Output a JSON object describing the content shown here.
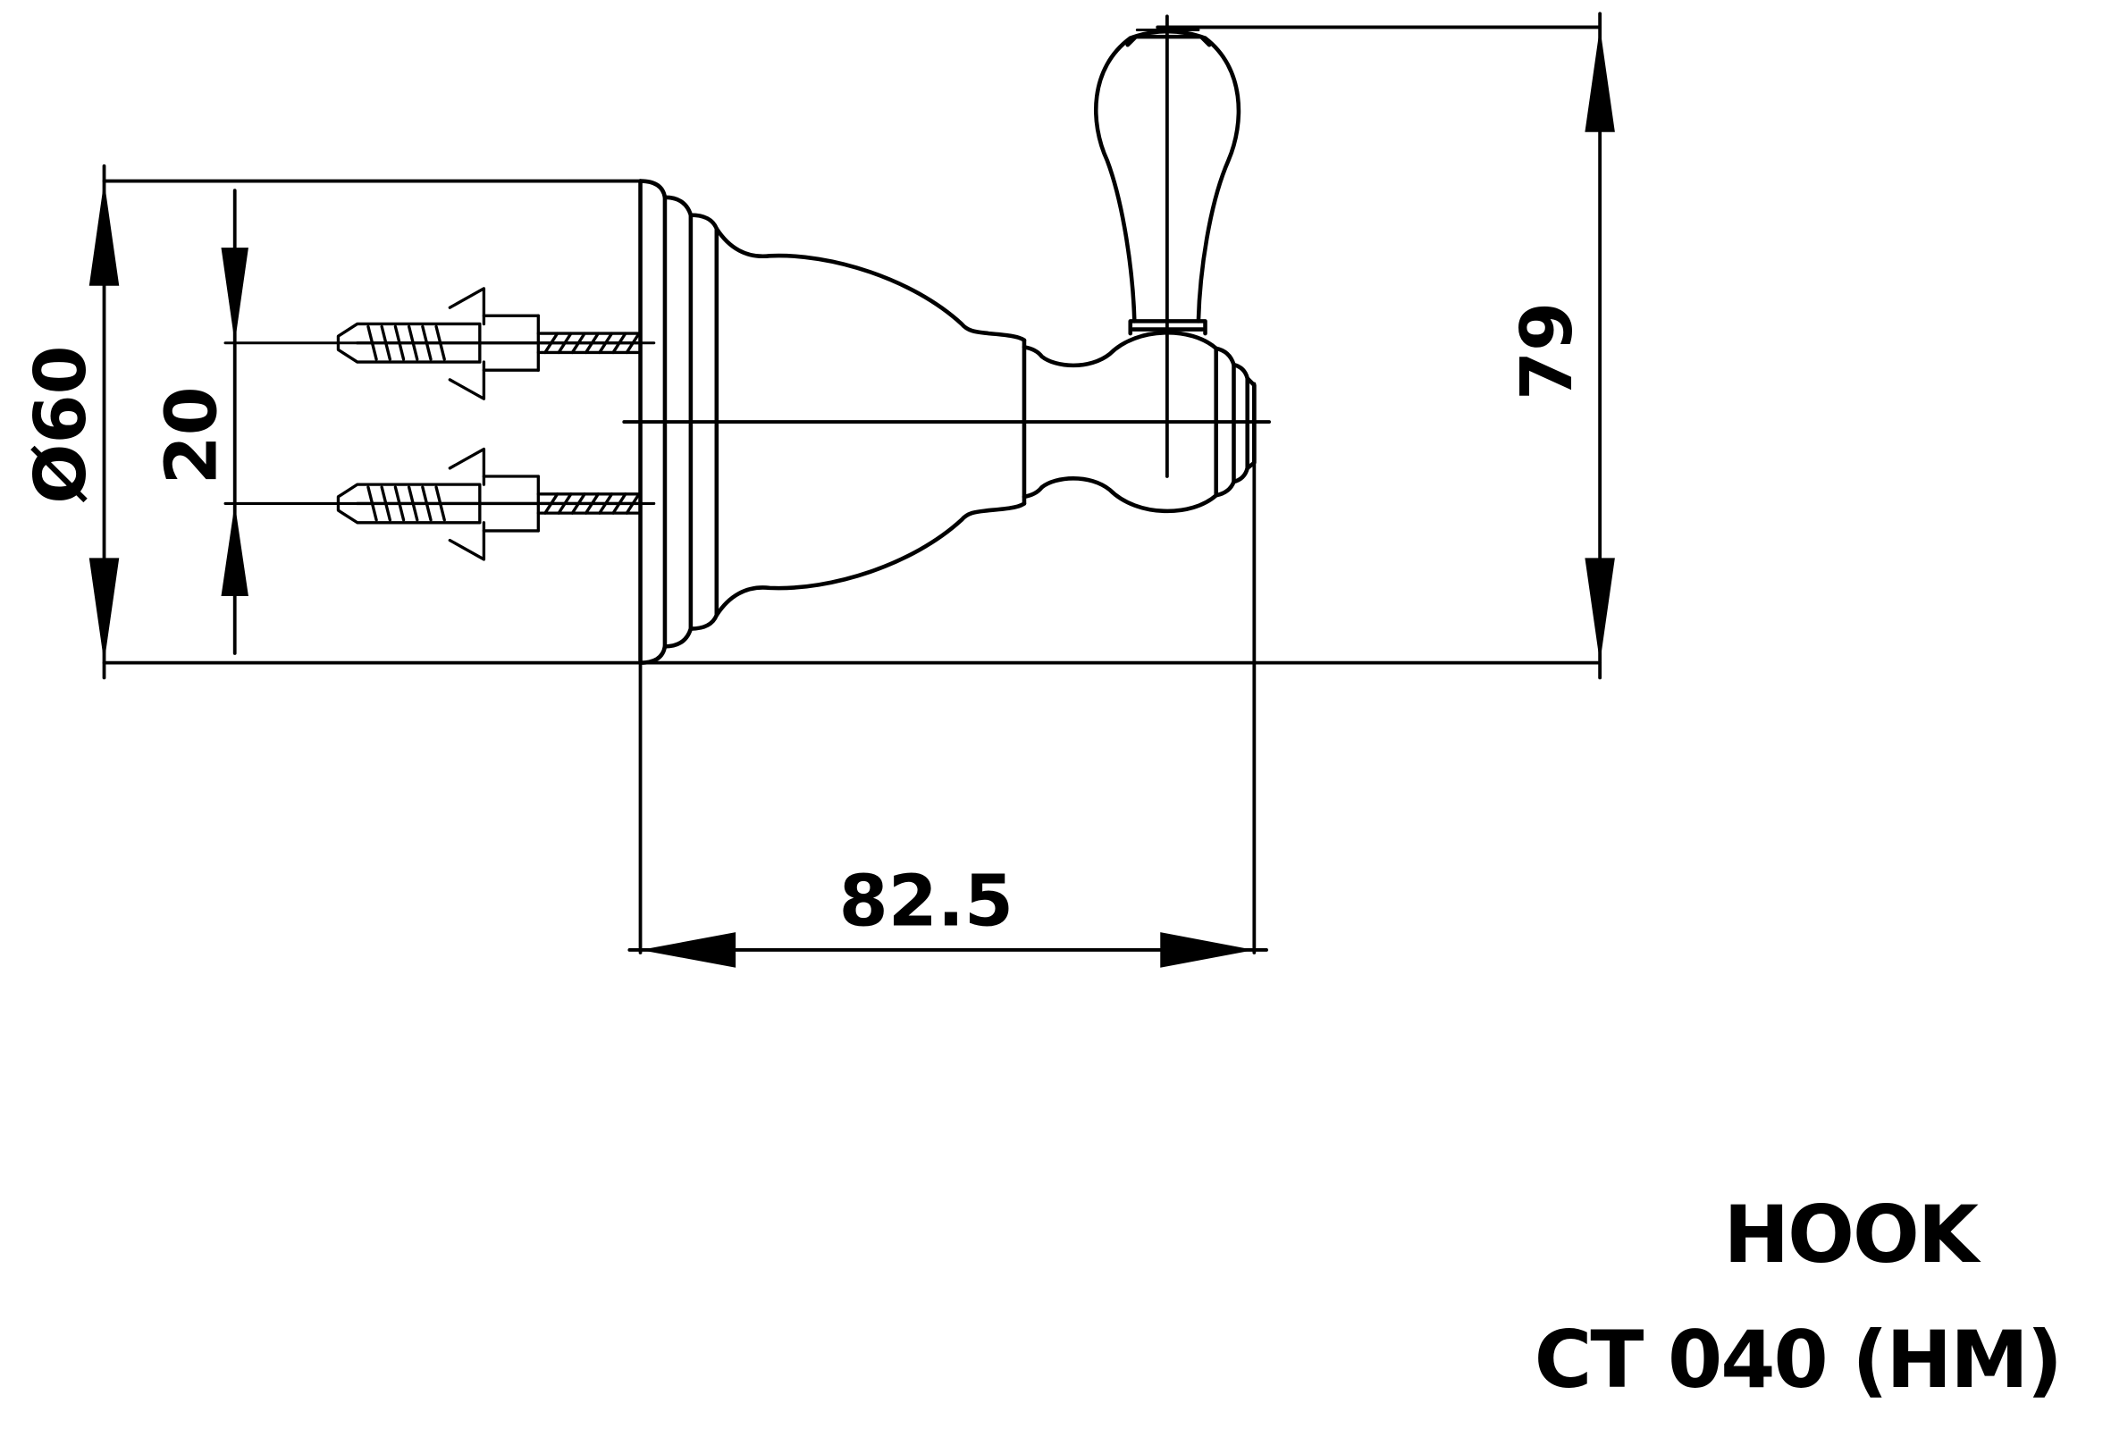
{
  "dimensions": {
    "diameter": "Ø60",
    "screw_spacing": "20",
    "projection": "82.5",
    "height": "79"
  },
  "title": {
    "product": "HOOK",
    "code": "CT 040 (HM)"
  }
}
